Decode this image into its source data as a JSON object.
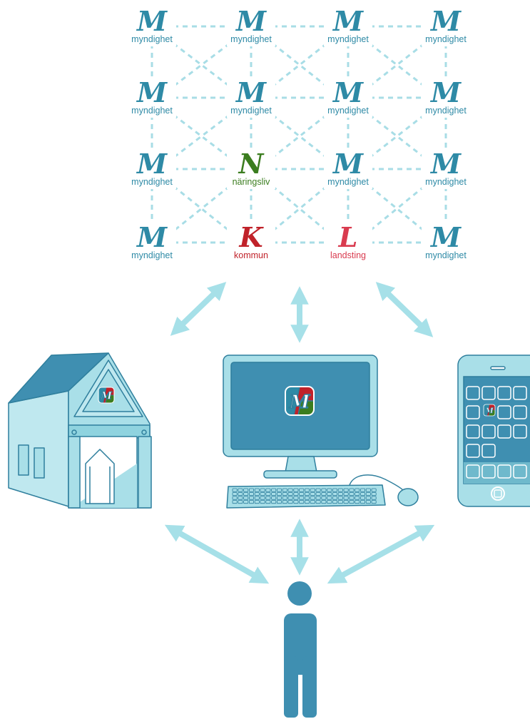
{
  "colors": {
    "myndighet": "#2e8aa6",
    "naringsliv": "#3b7d1f",
    "kommun": "#c0222a",
    "landsting": "#d93b4f",
    "dash": "#a8dde6",
    "arrow": "#a6e0e8",
    "blue": "#3f8fb1",
    "light": "#a9dfe8",
    "mid": "#6fb9cc",
    "outline": "#2f7f9d"
  },
  "network": {
    "nodes": [
      {
        "glyph": "M",
        "label": "myndighet",
        "type": "myndighet"
      },
      {
        "glyph": "M",
        "label": "myndighet",
        "type": "myndighet"
      },
      {
        "glyph": "M",
        "label": "myndighet",
        "type": "myndighet"
      },
      {
        "glyph": "M",
        "label": "myndighet",
        "type": "myndighet"
      },
      {
        "glyph": "M",
        "label": "myndighet",
        "type": "myndighet"
      },
      {
        "glyph": "M",
        "label": "myndighet",
        "type": "myndighet"
      },
      {
        "glyph": "M",
        "label": "myndighet",
        "type": "myndighet"
      },
      {
        "glyph": "M",
        "label": "myndighet",
        "type": "myndighet"
      },
      {
        "glyph": "M",
        "label": "myndighet",
        "type": "myndighet"
      },
      {
        "glyph": "N",
        "label": "näringsliv",
        "type": "naringsliv"
      },
      {
        "glyph": "M",
        "label": "myndighet",
        "type": "myndighet"
      },
      {
        "glyph": "M",
        "label": "myndighet",
        "type": "myndighet"
      },
      {
        "glyph": "M",
        "label": "myndighet",
        "type": "myndighet"
      },
      {
        "glyph": "K",
        "label": "kommun",
        "type": "kommun"
      },
      {
        "glyph": "L",
        "label": "landsting",
        "type": "landsting"
      },
      {
        "glyph": "M",
        "label": "myndighet",
        "type": "myndighet"
      }
    ]
  },
  "icons": {
    "building": "building-icon",
    "computer": "computer-icon",
    "phone": "smartphone-icon",
    "person": "person-icon",
    "app": "app-logo-icon"
  },
  "app_logo_glyph": "M"
}
